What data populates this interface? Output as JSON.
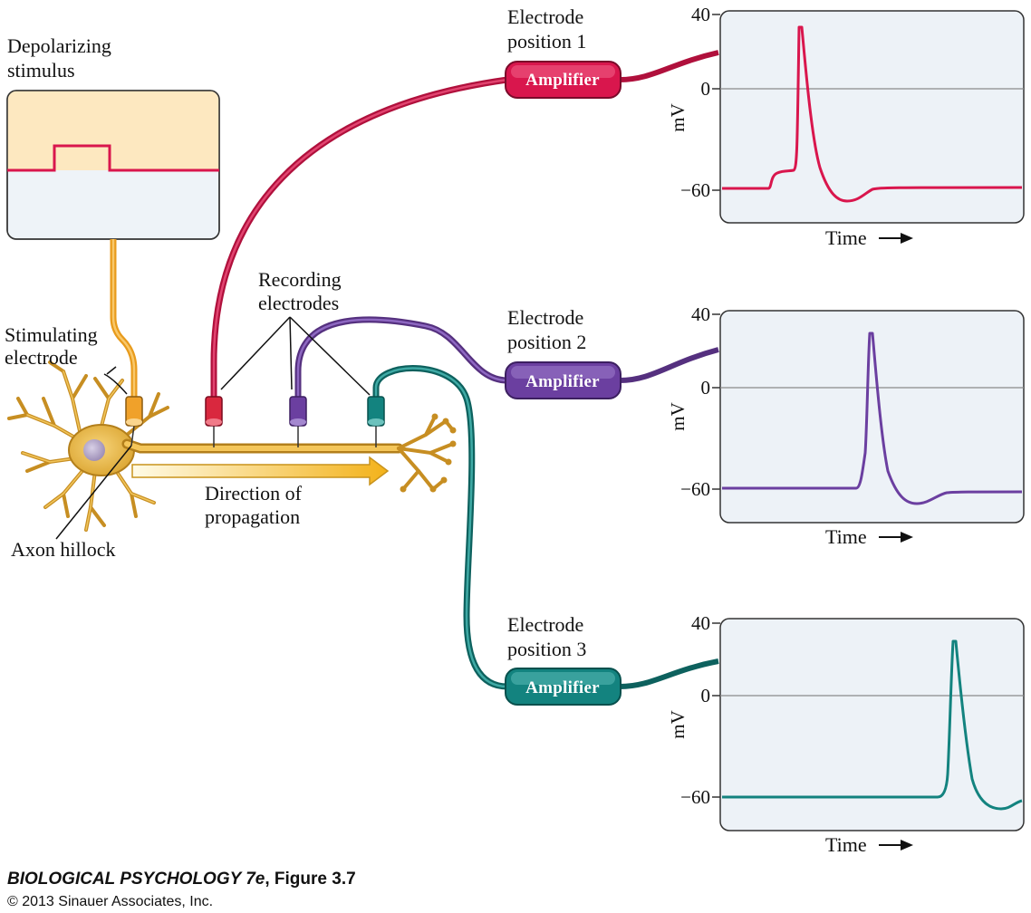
{
  "stimulus": {
    "label_line1": "Depolarizing",
    "label_line2": "stimulus"
  },
  "labels": {
    "stim_electrode_line1": "Stimulating",
    "stim_electrode_line2": "electrode",
    "recording_line1": "Recording",
    "recording_line2": "electrodes",
    "direction_line1": "Direction of",
    "direction_line2": "propagation",
    "axon_hillock": "Axon hillock"
  },
  "amplifier_label": "Amplifier",
  "panels": [
    {
      "label_line1": "Electrode",
      "label_line2": "position 1",
      "color": "#d9164d",
      "yticks": [
        "40",
        "0",
        "−60"
      ],
      "ylabel": "mV",
      "xlabel": "Time"
    },
    {
      "label_line1": "Electrode",
      "label_line2": "position 2",
      "color": "#6b3fa0",
      "yticks": [
        "40",
        "0",
        "−60"
      ],
      "ylabel": "mV",
      "xlabel": "Time"
    },
    {
      "label_line1": "Electrode",
      "label_line2": "position 3",
      "color": "#13837f",
      "yticks": [
        "40",
        "0",
        "−60"
      ],
      "ylabel": "mV",
      "xlabel": "Time"
    }
  ],
  "caption": {
    "title": "BIOLOGICAL PSYCHOLOGY 7e",
    "figure": ", Figure 3.7",
    "copyright": "© 2013 Sinauer Associates, Inc."
  }
}
